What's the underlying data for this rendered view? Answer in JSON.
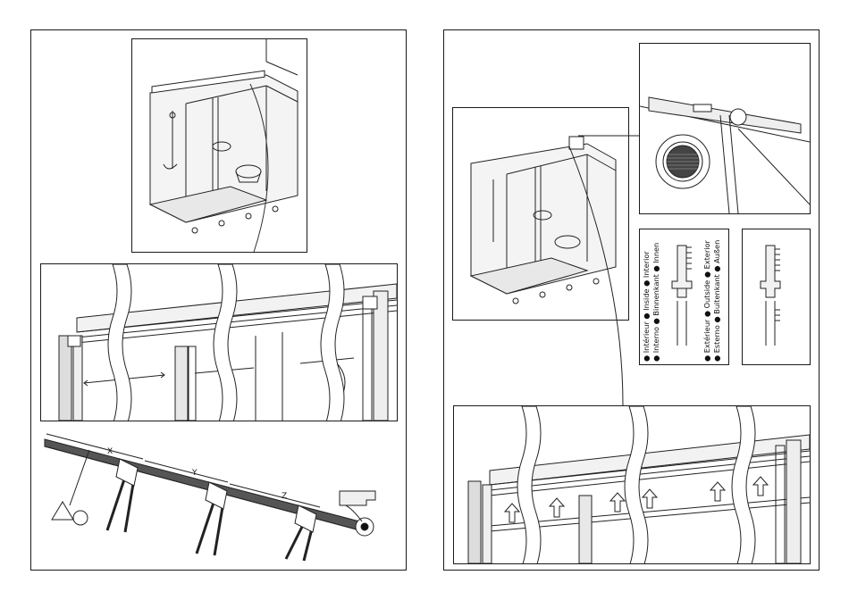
{
  "document": {
    "left_page": {
      "dimension_labels": {
        "x": "X",
        "y": "Y",
        "z": "Z"
      }
    },
    "right_page": {
      "section_labels": {
        "inside": "● Intérieur ● Inside ● Interior",
        "inside2": "● Interno ● Binnenkant ● Innen",
        "outside": "● Extérieur ● Outside ● Exterior",
        "outside2": "● Esterno ● Buitenkant ● Außen"
      }
    }
  }
}
